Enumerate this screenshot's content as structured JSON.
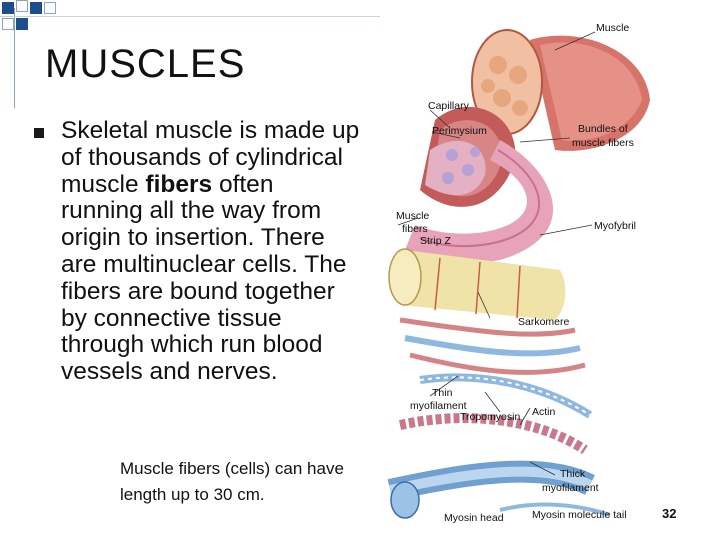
{
  "slide": {
    "title": "MUSCLES",
    "bullet_parts": [
      "Skeletal muscle is made up of thousands of cylindrical muscle ",
      "fibers",
      " often running all the way from origin to insertion. There are multinuclear cells. The fibers are bound together by connective tissue through which run blood vessels and nerves."
    ],
    "caption": "Muscle fibers (cells) can have length up to 30 cm.",
    "page_number": "32"
  },
  "diagram": {
    "labels": {
      "muscle": "Muscle",
      "capillary": "Capillary",
      "perimysium": "Perimysium",
      "bundles_1": "Bundles of",
      "bundles_2": "muscle fibers",
      "muscle_fibers_1": "Muscle",
      "muscle_fibers_2": "fibers",
      "strip_z": "Strip Z",
      "myofybril": "Myofybril",
      "sarkomere": "Sarkomere",
      "thin_1": "Thin",
      "thin_2": "myofilament",
      "tropomyosin": "Tropomyosin",
      "actin": "Actin",
      "thick_1": "Thick",
      "thick_2": "myofilament",
      "myosin_head": "Myosin head",
      "myosin_tail": "Myosin molecule tail"
    }
  },
  "colors": {
    "accent_blue": "#1f4e8c",
    "muscle_red": "#c0504d",
    "muscle_pink": "#e8a0a0",
    "myofibril_yellow": "#efe3a8",
    "filament_blue": "#8fb8e0"
  }
}
